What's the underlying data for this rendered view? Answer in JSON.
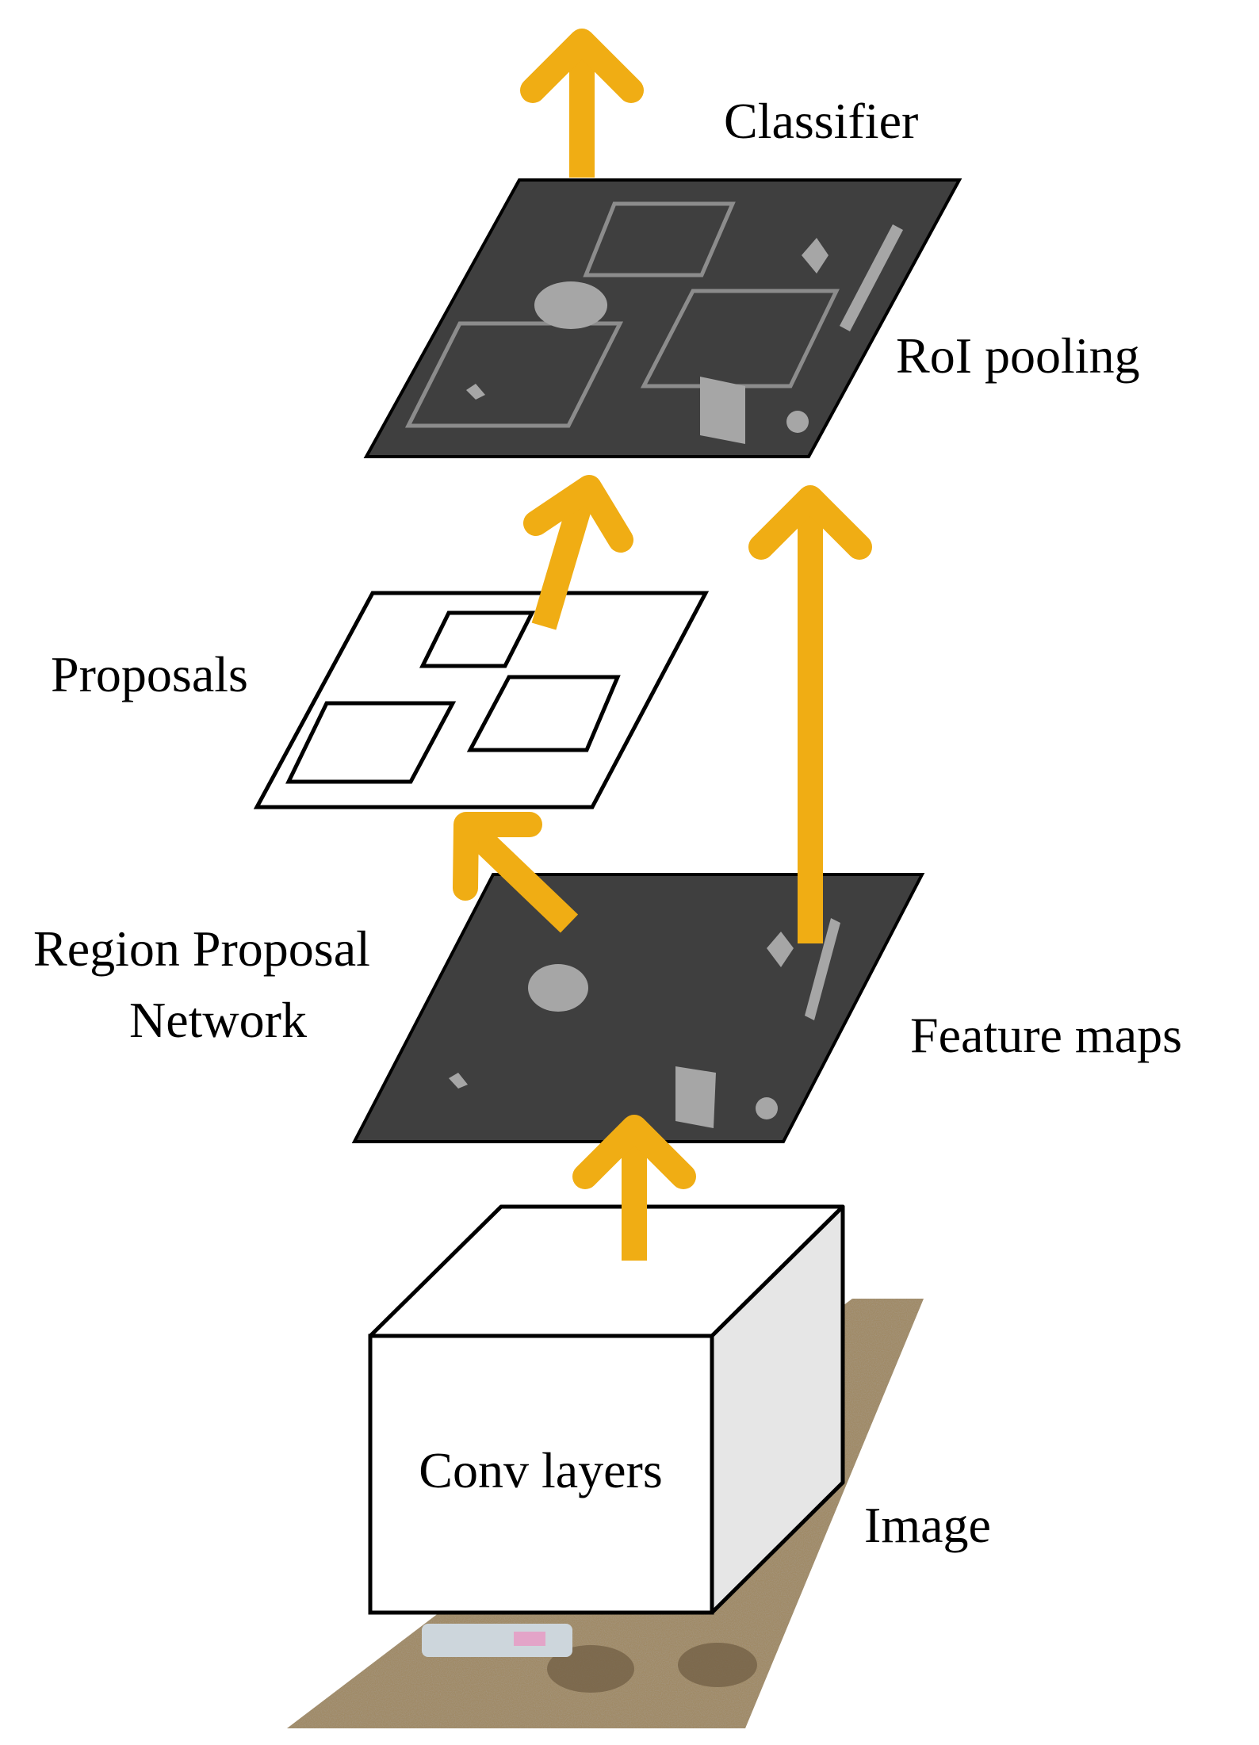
{
  "labels": {
    "classifier": "Classifier",
    "roi_pooling": "RoI pooling",
    "proposals": "Proposals",
    "rpn_line1": "Region Proposal",
    "rpn_line2": "Network",
    "feature_maps": "Feature maps",
    "conv_layers": "Conv layers",
    "image": "Image"
  },
  "colors": {
    "arrow": "#f0ad14",
    "dark_map": "#3f3f3f",
    "map_shapes": "#a6a6a6",
    "roi_box_stroke": "#8c8c8c",
    "cube_front": "#ffffff",
    "cube_side": "#e6e6e6",
    "image_ground": "#a08a66",
    "outline": "#000000"
  }
}
